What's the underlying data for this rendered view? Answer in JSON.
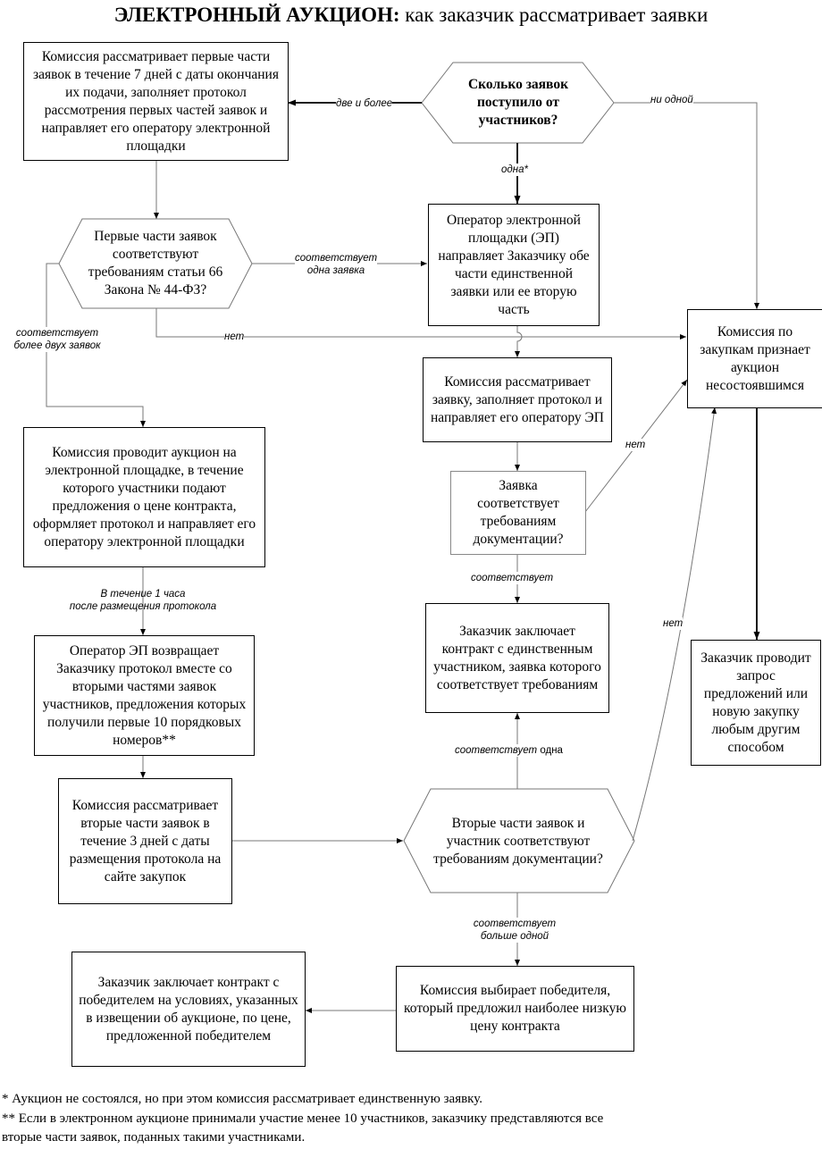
{
  "title": {
    "bold": "ЭЛЕКТРОННЫЙ АУКЦИОН:",
    "normal": "как заказчик рассматривает заявки"
  },
  "nodes": {
    "commission_first_parts": "Комиссия рассматривает первые части заявок в течение 7 дней с даты окончания их подачи, заполняет протокол рассмотрения первых частей заявок и направляет его оператору электронной площадки",
    "how_many_apps": "Сколько заявок поступило от участников?",
    "first_parts_comply": "Первые части заявок соответствуют требованиям статьи 66 Закона № 44-ФЗ?",
    "operator_sends_single": "Оператор электронной площадки (ЭП) направляет Заказчику обе части единственной заявки или ее вторую часть",
    "commission_failed": "Комиссия по закупкам признает аукцион несостоявшимся",
    "commission_reviews_app": "Комиссия рассматривает заявку, заполняет протокол и направляет его оператору ЭП",
    "commission_holds_auction": "Комиссия проводит аукцион на электронной площадке, в течение которого участники подают предложения о цене контракта, оформляет протокол и направляет его оператору электронной площадки",
    "app_complies_docs": "Заявка соответствует требованиям документации?",
    "contract_single": "Заказчик заключает контракт с единственным участником, заявка которого соответствует требованиям",
    "customer_new_procurement": "Заказчик проводит запрос предложений или новую закупку любым другим способом",
    "operator_returns_protocol": "Оператор ЭП возвращает Заказчику протокол вместе со вторыми частями заявок участников, предложения которых получили первые 10 порядковых номеров**",
    "commission_second_parts": "Комиссия рассматривает вторые части заявок в течение 3 дней с даты размещения протокола на сайте закупок",
    "second_parts_comply": "Вторые части заявок и участник соответствуют требованиям документации?",
    "contract_winner": "Заказчик заключает контракт с победителем на условиях, указанных в извещении об аукционе, по цене, предложенной победителем",
    "commission_selects_winner": "Комиссия выбирает победителя, который предложил наиболее низкую цену контракта"
  },
  "edges": {
    "two_or_more": "две и более",
    "none": "ни одной",
    "one": "одна*",
    "complies_one_line1": "соответствует",
    "complies_one_line2": "одна заявка",
    "complies_more_line1": "соответствует",
    "complies_more_line2": "более двух заявок",
    "no_1": "нет",
    "no_2": "нет",
    "no_3": "нет",
    "complies": "соответствует",
    "within_hour_line1": "В течение 1 часа",
    "within_hour_line2": "после размещения протокола",
    "complies_single_italic": "соответствует",
    "complies_single_normal": "одна",
    "complies_many_line1": "соответствует",
    "complies_many_line2": "больше одной"
  },
  "footnotes": {
    "note1": "* Аукцион не состоялся, но при этом комиссия рассматривает единственную заявку.",
    "note2_line1": "** Если в электронном аукционе принимали участие менее 10 участников, заказчику представляются все",
    "note2_line2": "вторые части заявок, поданных такими участниками."
  }
}
